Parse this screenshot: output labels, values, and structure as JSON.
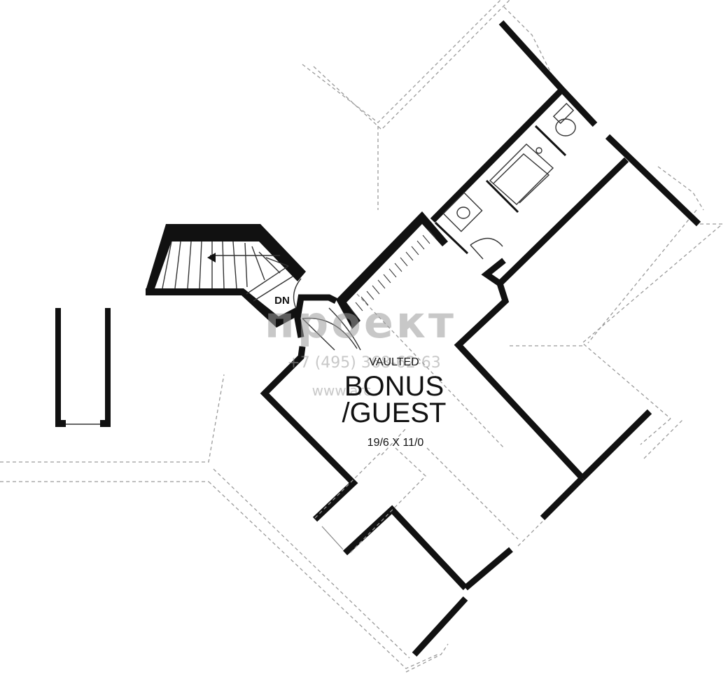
{
  "labels": {
    "stair_direction": "DN",
    "room_note": "VAULTED",
    "room_name_line1": "BONUS",
    "room_name_line2": "/GUEST",
    "room_dimensions": "19/6 X 11/0"
  },
  "watermark": {
    "logo_text": "проект",
    "phone": "+7 (495) 368-62-63",
    "website": "www.arc"
  },
  "colors": {
    "wall": "#111111",
    "watermark": "#b5b5b5",
    "background": "#ffffff"
  }
}
